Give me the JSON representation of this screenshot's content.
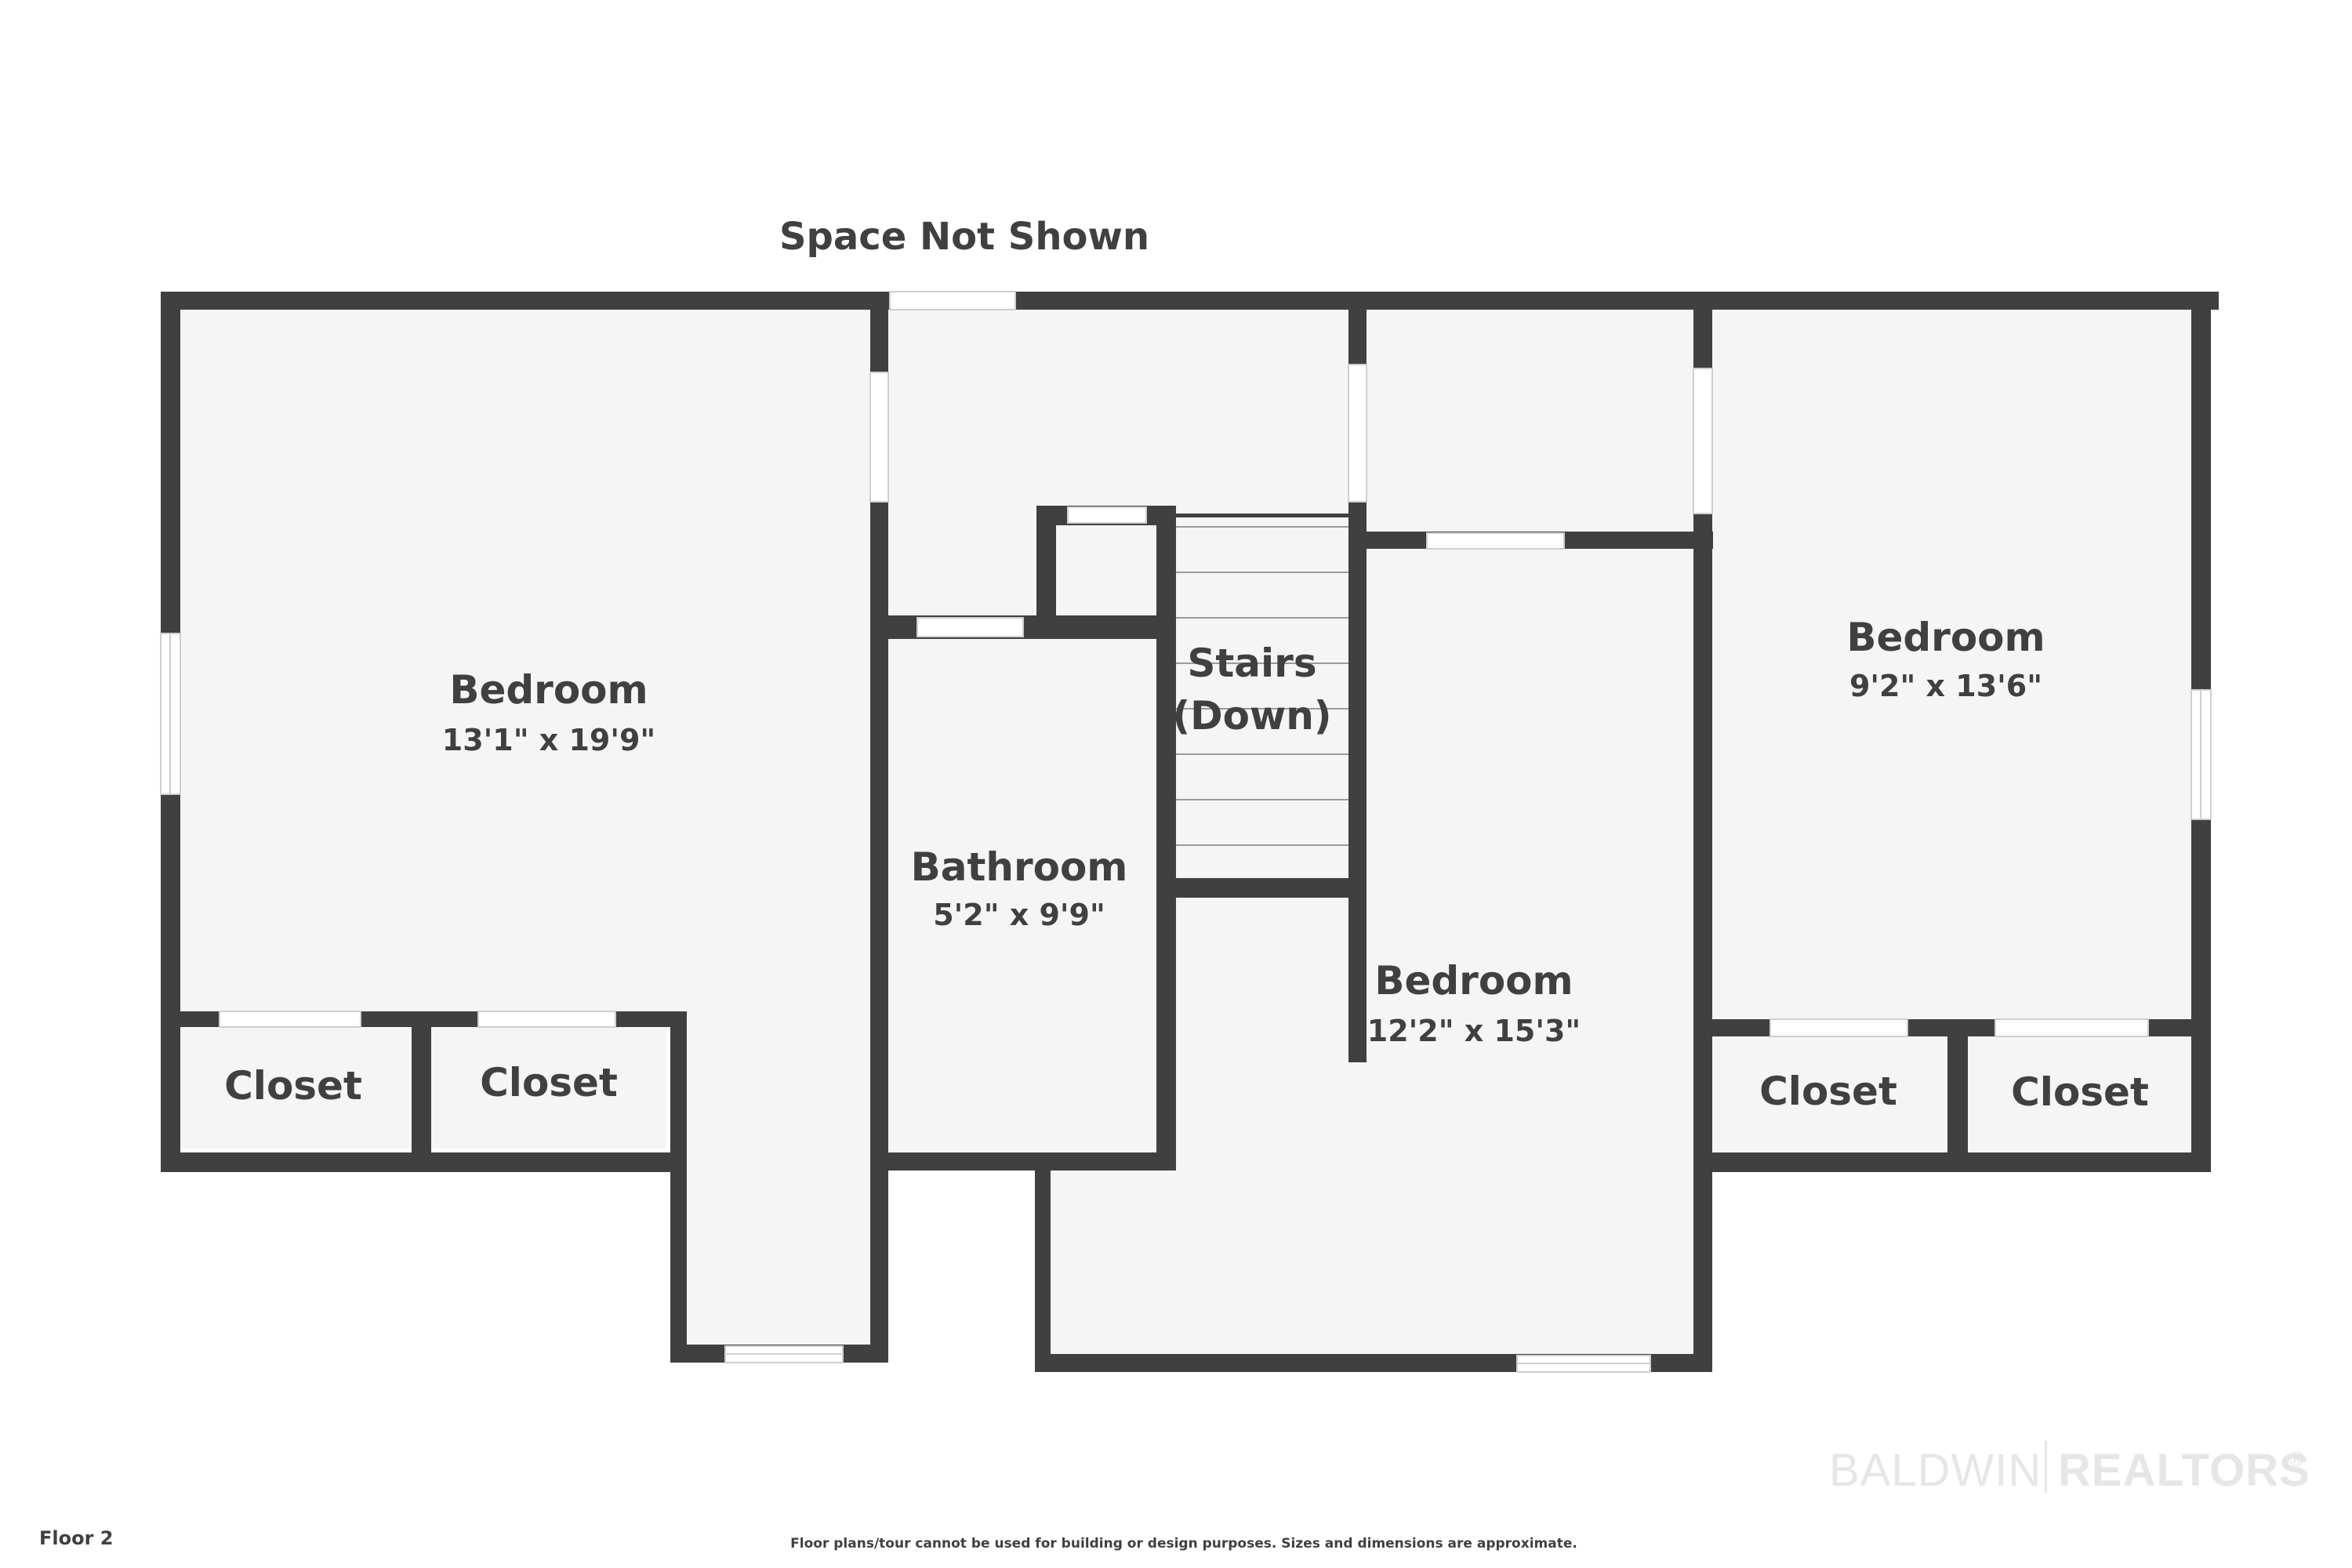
{
  "header": {
    "note": "Space Not Shown"
  },
  "rooms": {
    "bedroom_left": {
      "name": "Bedroom",
      "dims": "13'1\" x 19'9\""
    },
    "bathroom": {
      "name": "Bathroom",
      "dims": "5'2\" x 9'9\""
    },
    "stairs": {
      "line1": "Stairs",
      "line2": "(Down)"
    },
    "bedroom_center": {
      "name": "Bedroom",
      "dims": "12'2\" x 15'3\""
    },
    "bedroom_right": {
      "name": "Bedroom",
      "dims": "9'2\" x 13'6\""
    },
    "closets": [
      "Closet",
      "Closet",
      "Closet",
      "Closet"
    ]
  },
  "footer": {
    "floor_label": "Floor 2",
    "disclaimer": "Floor plans/tour cannot be used for building or design purposes. Sizes and dimensions are approximate."
  },
  "branding": {
    "name_light": "BALDWIN",
    "name_bold": "REALTORS",
    "mark": "®"
  },
  "colors": {
    "wall": "#404040",
    "floor": "#f5f5f5",
    "window": "#ffffff",
    "watermark": "#e6e6e6"
  }
}
